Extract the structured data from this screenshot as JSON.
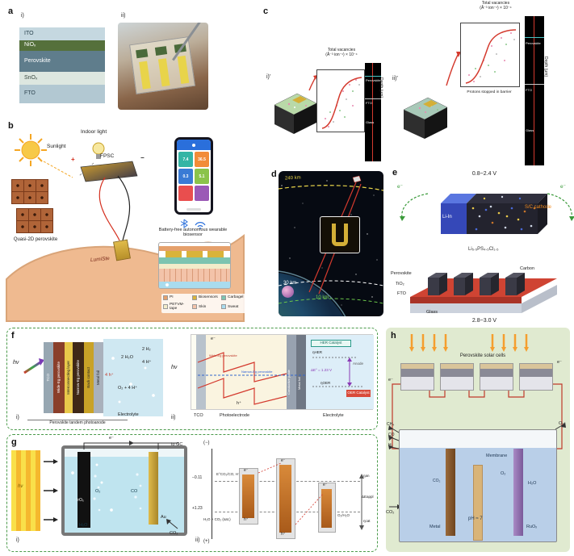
{
  "a": {
    "label": "a",
    "i": "i)",
    "ii": "ii)",
    "layers": [
      {
        "name": "ITO",
        "color": "#c5d8e0"
      },
      {
        "name": "NiOₓ",
        "color": "#55703b"
      },
      {
        "name": "Perovskite",
        "color": "#5f7d8c"
      },
      {
        "name": "SnOₓ",
        "color": "#dde7e0"
      },
      {
        "name": "FTO",
        "color": "#b2c8d2"
      }
    ]
  },
  "b": {
    "label": "b",
    "sunlight": "Sunlight",
    "indoor_light": "Indoor light",
    "fpsc": "FPSC",
    "plus": "+",
    "minus": "−",
    "quasi_label": "Quasi-2D perovskite",
    "arm_text": "LumiSte",
    "biosensor_caption": "Battery-free autonomous wearable biosensor",
    "phone_tiles": [
      "7.4",
      "36.5",
      "0.3",
      "5.1"
    ],
    "legend": [
      {
        "label": "PI",
        "color": "#e5a06b"
      },
      {
        "label": "Biosensors",
        "color": "#d9b33a"
      },
      {
        "label": "Carbagel",
        "color": "#7cc4b0"
      },
      {
        "label": "PETVM-tape",
        "color": "#f2ecca"
      },
      {
        "label": "Skin",
        "color": "#f3c3a9"
      },
      {
        "label": "Sweat",
        "color": "#a9dcee"
      }
    ]
  },
  "c": {
    "label": "c",
    "i": "i)'",
    "ii": "ii)'",
    "plot_title_1": "Total vacancies",
    "plot_title_2": "(Å⁻³ ion⁻¹) × 10⁻⁴",
    "depth_axis": "Depth (μm)",
    "protons_note": "Protons stopped in barrier",
    "strata": [
      "Perovskite",
      "FTO",
      "Glass"
    ]
  },
  "d": {
    "label": "d",
    "alt_240": "240 km",
    "alt_30": "30 km",
    "alt_10": "10 km"
  },
  "e": {
    "label": "e",
    "v_top": "0.8~2.4 V",
    "v_bottom": "2.8~3.0 V",
    "anode": "Li-In",
    "cathode": "S/C cathode",
    "formula": "Li₅.₅PS₄.₅Cl₁.₅",
    "electron": "e⁻",
    "perovskite": "Perovskite",
    "carbon": "Carbon",
    "tio2": "TiO₂",
    "fto": "FTO",
    "glass": "Glass"
  },
  "f": {
    "label": "f",
    "i": "i)",
    "ii": "ii)",
    "hv": "hν",
    "stack": [
      "TCO",
      "Wide-Eg perovskite",
      "Interconnecting layer",
      "Narrow-Eg perovskite",
      "Back contact",
      "Metal foil"
    ],
    "electrolyte": "Electrolyte",
    "caption": "Perovskite tandem photoanode",
    "rx_2h2": "2 H₂",
    "rx_4h": "4 H⁺",
    "rx_4hp": "4 h⁺",
    "rx_2h2o": "2 H₂O",
    "rx_o2": "O₂ + 4 H⁺",
    "tco": "TCO",
    "photoelectrode": "Photoelectrode",
    "electrolyte_label": "Electrolyte",
    "wide": "Wide-Eg perovskite",
    "narrow": "Narrow-Eg perovskite",
    "paste": "Conductive paste",
    "foil": "Metal foil",
    "her": "HER Catalyst",
    "eta_her": "ηHER",
    "delta_e": "ΔE° = 1.23 V",
    "eta_oer": "ηOER",
    "oer": "OER Catalyst",
    "anode": "Anode",
    "electron": "e⁻",
    "hole": "h⁺"
  },
  "g": {
    "label": "g",
    "i": "i)",
    "ii": "ii)",
    "hv": "hν",
    "to_gc": "to GC",
    "electron": "e⁻",
    "irox": "IrOₓ",
    "au": "Au",
    "o2": "O₂",
    "co": "CO",
    "h2o": "H₂O",
    "co2": "CO₂",
    "neg": "(−)",
    "pos": "(+)",
    "v1": "−0.11",
    "v2": "+1.23",
    "couple_top": "E°CO₂/CO, H⁺/H₂",
    "couple_bottom": "O₂/H₂O",
    "sat": "H₂O + CO₂ (sat.)",
    "eta_an": "ηan",
    "eta_cat": "ηcat",
    "delta_appl": "ΔEappl",
    "hole": "h⁺"
  },
  "h": {
    "label": "h",
    "cells_label": "Perovskite solar cells",
    "electron": "e⁻",
    "ch4": "CH₄",
    "co": "CO",
    "h2": "H₂",
    "o2": "O₂",
    "h2o": "H₂O",
    "co2": "CO₂",
    "membrane": "Membrane",
    "metal": "Metal",
    "ruox": "RuOₓ",
    "ph": "pH ≈ 7"
  }
}
